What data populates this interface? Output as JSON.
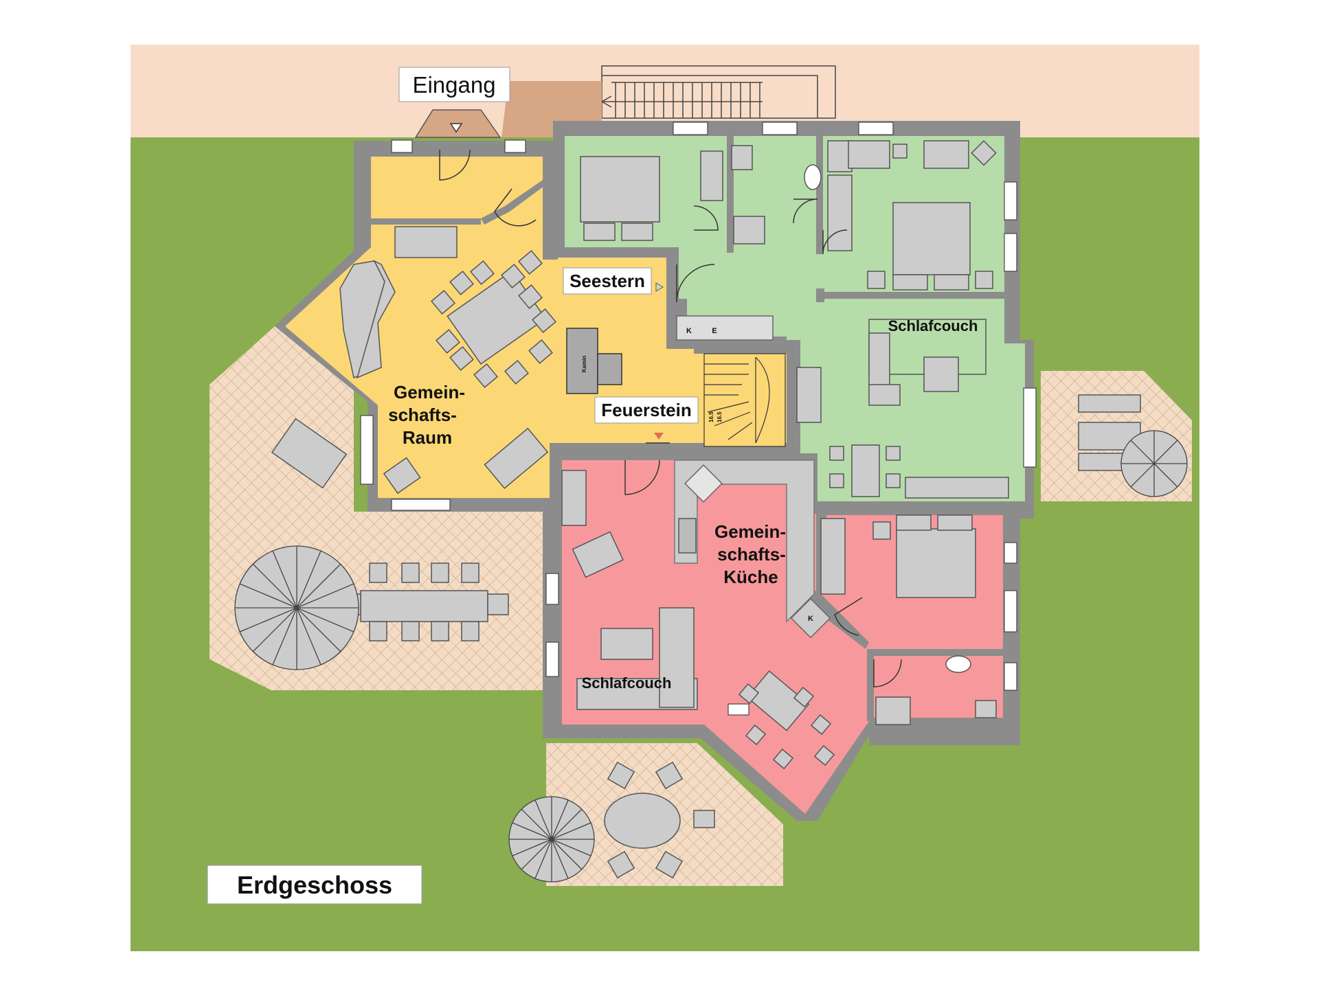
{
  "title": "Erdgeschoss",
  "labels": {
    "entrance": "Eingang",
    "room_seestern": "Seestern",
    "room_feuerstein": "Feuerstein",
    "common_room": [
      "Gemein-",
      "schafts-",
      "Raum"
    ],
    "common_kitchen": [
      "Gemein-",
      "schafts-",
      "Küche"
    ],
    "sofa_bed_green": "Schlafcouch",
    "sofa_bed_red": "Schlafcouch",
    "fireplace": "Kamin",
    "stair_note": [
      "16.5",
      "16.5"
    ],
    "kitchen_letters": [
      "K",
      "E",
      "K"
    ]
  },
  "colors": {
    "lawn": "#8aad50",
    "sand": "#f8dcc8",
    "yellow_zone": "#fbd776",
    "green_zone": "#b6dcaa",
    "red_zone": "#f7999c",
    "wall": "#8c8c8c",
    "terrace": "#f4dcc4",
    "furniture": "#cccccc",
    "entrance_step": "#d7a685"
  }
}
